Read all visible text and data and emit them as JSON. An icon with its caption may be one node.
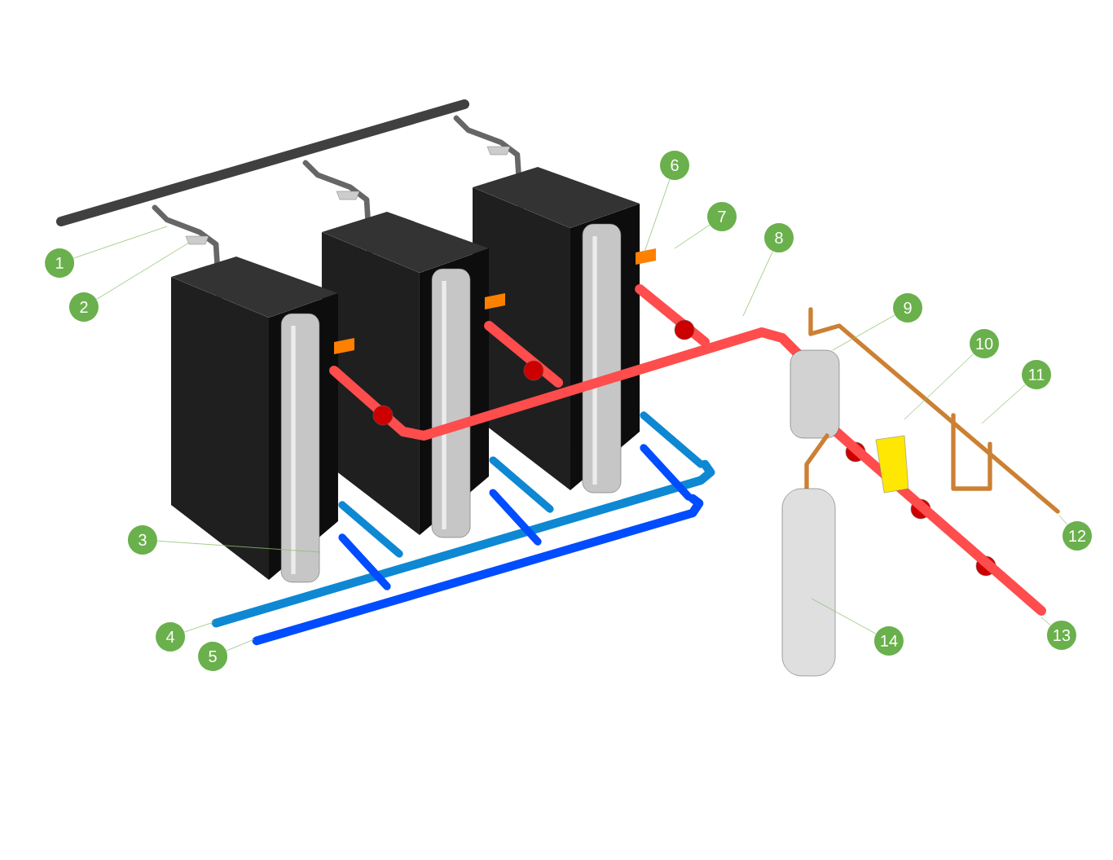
{
  "diagram": {
    "nodes": [
      {
        "text": [
          "1"
        ]
      },
      {
        "text": [
          "2"
        ]
      },
      {
        "text": [
          "3"
        ]
      },
      {
        "text": [
          "4"
        ]
      },
      {
        "text": [
          "5"
        ]
      },
      {
        "text": [
          "6"
        ]
      },
      {
        "text": [
          "7"
        ]
      },
      {
        "text": [
          "8"
        ]
      },
      {
        "text": [
          "9"
        ]
      },
      {
        "text": [
          "10"
        ]
      },
      {
        "text": [
          "11"
        ]
      },
      {
        "text": [
          "12"
        ]
      },
      {
        "text": [
          "13"
        ]
      },
      {
        "text": [
          "14"
        ]
      }
    ],
    "edges": [
      {
        "from": 0,
        "to": null,
        "arrow": "none"
      },
      {
        "from": 1,
        "to": null,
        "arrow": "none"
      },
      {
        "from": 2,
        "to": null,
        "arrow": "none"
      },
      {
        "from": 3,
        "to": null,
        "arrow": "none"
      },
      {
        "from": 4,
        "to": null,
        "arrow": "none"
      },
      {
        "from": 5,
        "to": null,
        "arrow": "none"
      },
      {
        "from": 6,
        "to": null,
        "arrow": "none"
      },
      {
        "from": 7,
        "to": null,
        "arrow": "none"
      },
      {
        "from": 8,
        "to": null,
        "arrow": "none"
      },
      {
        "from": 9,
        "to": null,
        "arrow": "none"
      },
      {
        "from": 10,
        "to": null,
        "arrow": "none"
      },
      {
        "from": 11,
        "to": null,
        "arrow": "none"
      },
      {
        "from": 12,
        "to": null,
        "arrow": "none"
      },
      {
        "from": 13,
        "to": null,
        "arrow": "none"
      }
    ]
  }
}
